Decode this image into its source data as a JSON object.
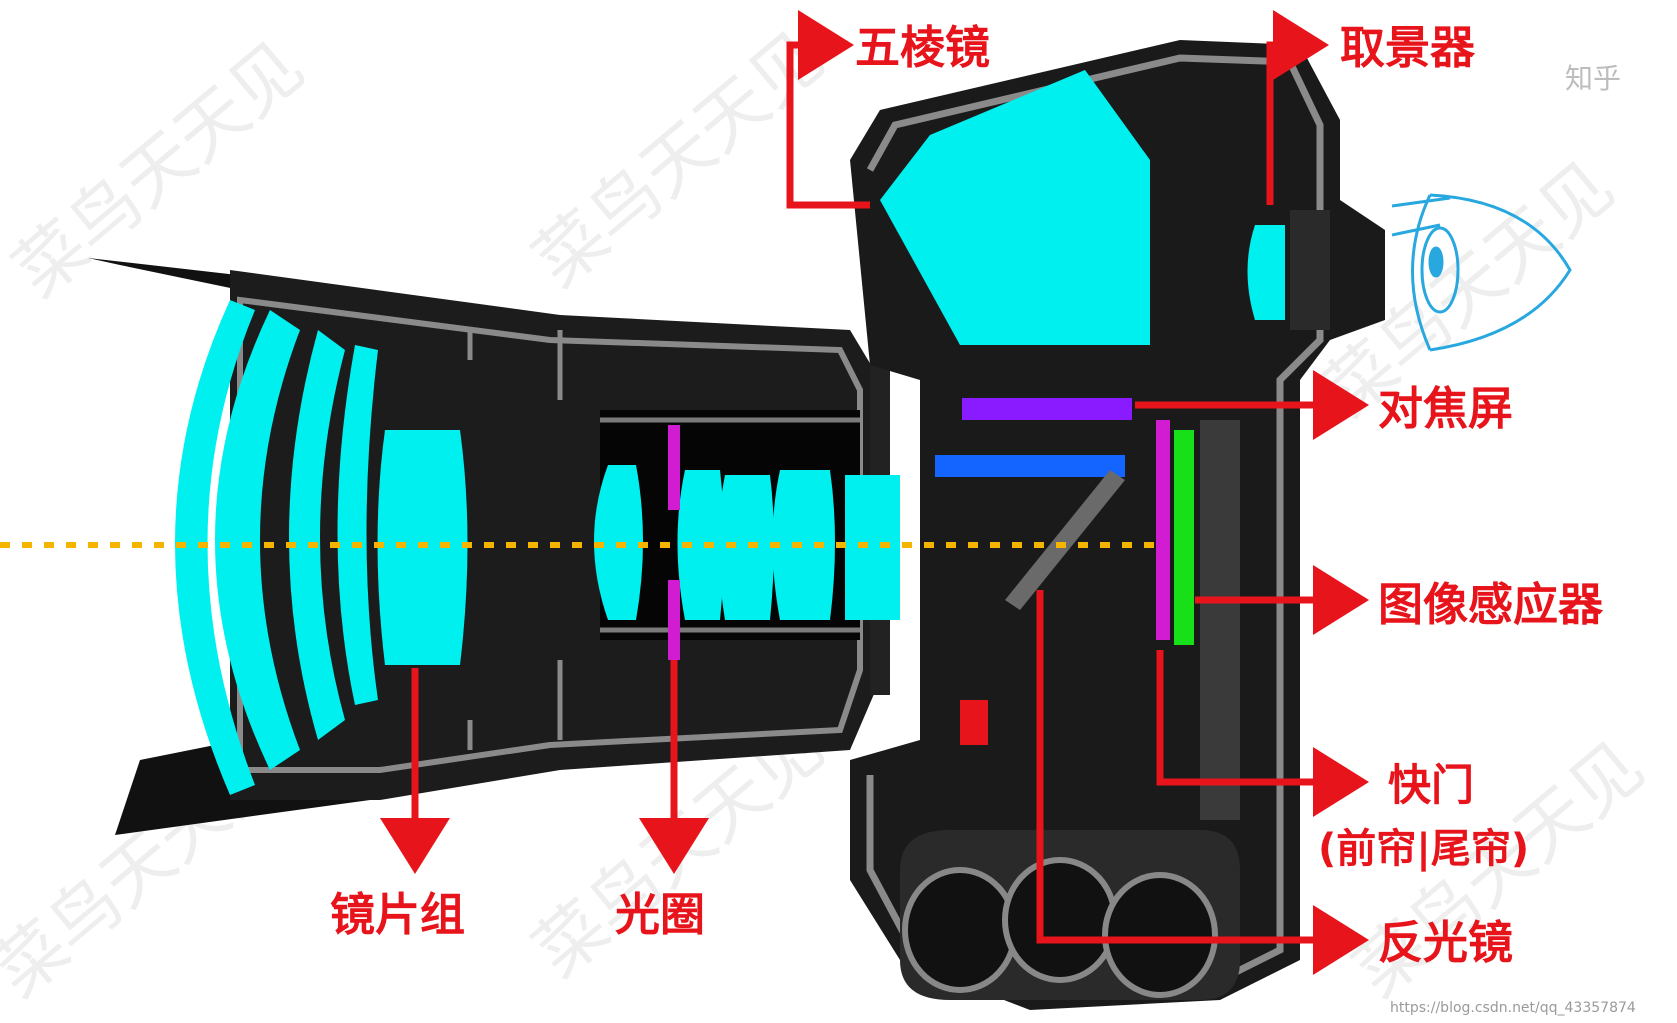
{
  "labels": {
    "pentaprism": "五棱镜",
    "viewfinder": "取景器",
    "focusing_screen": "对焦屏",
    "image_sensor": "图像感应器",
    "shutter": "快门",
    "shutter_curtains": "(前帘|尾帘)",
    "mirror": "反光镜",
    "lens_group": "镜片组",
    "aperture": "光圈"
  },
  "watermarks": {
    "corner": "知乎",
    "url": "https://blog.csdn.net/qq_43357874",
    "diagonal": "菜鸟天天见"
  },
  "colors": {
    "arrow": "#e8141b",
    "lens": "#00f0f0",
    "optical_axis": "#f5b400",
    "focus_screen": "#8a1aff",
    "mirror_bar": "#1464ff",
    "sensor": "#18e018",
    "shutter": "#d21cd2",
    "eye": "#29a8e0",
    "body": "#1a1a1a"
  },
  "icons": {
    "eye": "eye-icon"
  }
}
